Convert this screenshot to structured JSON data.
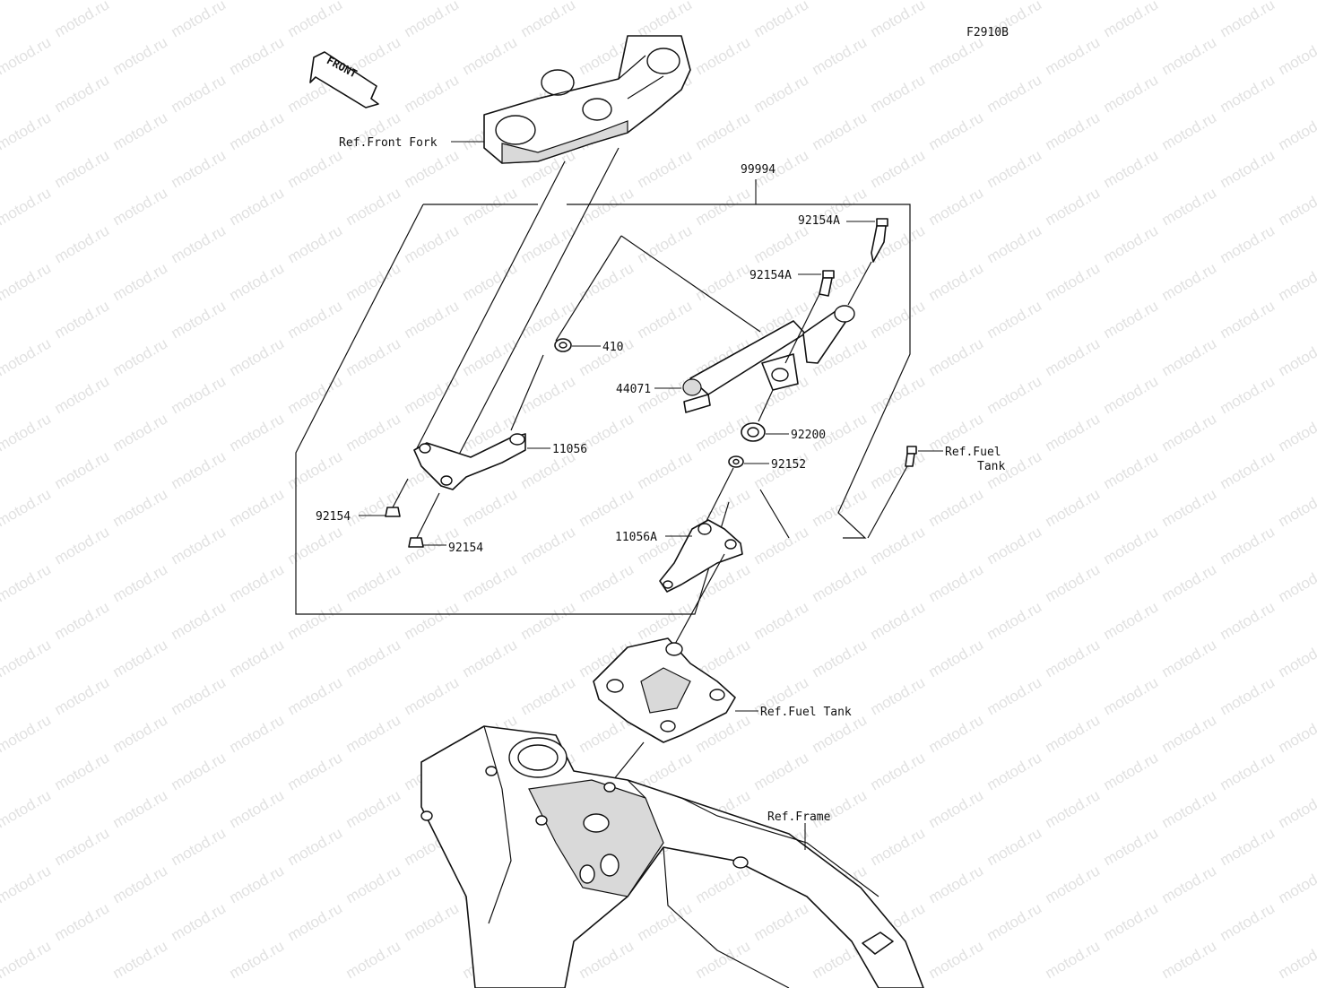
{
  "figure_code": "F2910B",
  "watermark_text": "motod.ru",
  "direction_badge": "FRONT",
  "group_number": "99994",
  "callouts": {
    "ref_front_fork": "Ref.Front Fork",
    "bolt_a_top": "92154A",
    "bolt_a_mid": "92154A",
    "washer_410": "410",
    "damper": "44071",
    "bushing_92200": "92200",
    "washer_92152": "92152",
    "bracket_11056": "11056",
    "ref_fuel_tank_right_line1": "Ref.Fuel",
    "ref_fuel_tank_right_line2": "Tank",
    "bolt_left_1": "92154",
    "bolt_left_2": "92154",
    "bracket_11056a": "11056A",
    "ref_fuel_tank_bottom": "Ref.Fuel Tank",
    "ref_frame": "Ref.Frame"
  }
}
